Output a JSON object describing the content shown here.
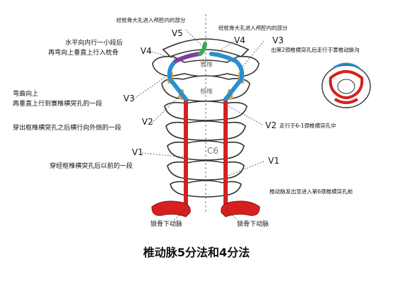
{
  "title": "椎动脉5分法和4分法",
  "left_labels": {
    "v5_caption": "经枕骨大孔进入颅腔内的部分",
    "v4_caption_line1": "水平向内行一小段后",
    "v4_caption_line2": "再弯向上垂直上行入枕骨",
    "v3_caption_line1": "弯曲向上",
    "v3_caption_line2": "再垂直上行到寰椎横突孔的一段",
    "v2_caption": "穿出枢椎横突孔之后横行向外侧的一段",
    "v1_caption": "穿经枢椎横突孔后以前的一段",
    "subclavian": "锁骨下动脉"
  },
  "right_labels": {
    "v4_caption": "经枕骨大孔进入颅腔内的部分",
    "v3_caption": "出第2颈椎横突孔后走行于寰椎动脉沟",
    "v2_caption": "走行于6-1颈椎横突孔中",
    "v1_caption": "椎动脉发出至进入第6颈椎横突孔前",
    "subclavian": "锁骨下动脉"
  },
  "segment_markers": {
    "left": [
      "V5",
      "V4",
      "V3",
      "V2",
      "V1"
    ],
    "right": [
      "V4",
      "V3",
      "V2",
      "V1"
    ]
  },
  "bone_labels": {
    "atlas": "寰椎",
    "axis": "枢椎",
    "c6": "C6"
  },
  "colors": {
    "artery": "#d62020",
    "v3_left": "#2a8fcf",
    "v4_left": "#7b3fa0",
    "v5_left": "#3caa55",
    "vertebra_outline": "#333333",
    "vertebral_orange": "#e8a33a"
  }
}
